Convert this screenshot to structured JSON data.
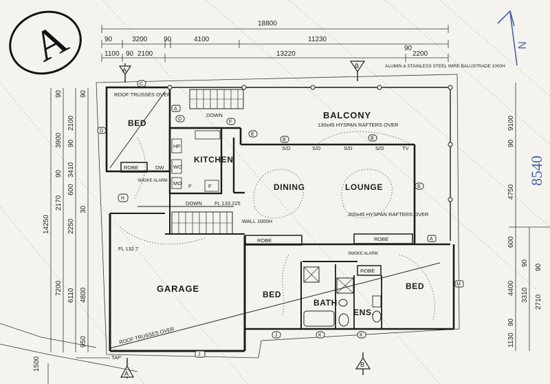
{
  "circled_mark": "A",
  "north_label": "N",
  "dimensions": {
    "top_overall": "18800",
    "top_row2": [
      "90",
      "3200",
      "90",
      "4100",
      "11230"
    ],
    "top_row3": [
      "1100",
      "90",
      "2100",
      "13220",
      "90",
      "2200"
    ],
    "left_col1": "14250",
    "left_col2": [
      "90",
      "3900",
      "90",
      "2170",
      "7200",
      "950"
    ],
    "left_col3": [
      "2100",
      "90",
      "3410",
      "600",
      "2250",
      "6110"
    ],
    "left_col4": [
      "90",
      "30",
      "4800"
    ],
    "bottom_left": "1500",
    "right_col1": [
      "9100",
      "90",
      "4750",
      "4400",
      "1130",
      "90"
    ],
    "right_col2": [
      "600",
      "90",
      "90",
      "3310",
      "2710"
    ],
    "right_overall": "8540"
  },
  "section_markers": [
    "A",
    "B",
    "A",
    "B"
  ],
  "wall_tags": [
    "C",
    "A",
    "F",
    "E",
    "B",
    "B",
    "G",
    "H",
    "D",
    "B",
    "J",
    "K",
    "K",
    "M",
    "A",
    "J"
  ],
  "rooms": {
    "bed1": "BED",
    "kitchen": "KITCHEN",
    "balcony": "BALCONY",
    "dining": "DINING",
    "lounge": "LOUNGE",
    "garage": "GARAGE",
    "bed2": "BED",
    "bath": "BATH",
    "ens": "ENS.",
    "bed3": "BED"
  },
  "notes": {
    "roof_trusses_top": "ROOF TRUSSES OVER",
    "roof_trusses_bottom": "ROOF TRUSSES OVER",
    "balustrade": "ALUMIN & STAINLESS STEEL WIRE BALUSTRADE 1000H",
    "hyspan_top": "130x45 HYSPAN RAFTERS OVER",
    "hyspan_mid": "200x45 HYSPAN RAFTERS OVER",
    "down_top": "DOWN",
    "down_mid": "DOWN",
    "floor_level_mid": "FL 133.225",
    "floor_level_garage": "FL 132.7",
    "wall_note": "WALL 1000H",
    "smoke_alarm_1": "SMOKE ALARM",
    "smoke_alarm_2": "SMOKE ALARM",
    "robe_1": "ROBE",
    "robe_2": "ROBE",
    "robe_3": "ROBE",
    "robe_4": "ROBE",
    "tap": "TAP",
    "tv": "TV",
    "sd_1": "S/D",
    "sd_2": "S/D",
    "sd_3": "S/D",
    "sd_4": "S/D"
  },
  "appliances": [
    "HP",
    "WO",
    "MO",
    "F",
    "F",
    "DW"
  ]
}
